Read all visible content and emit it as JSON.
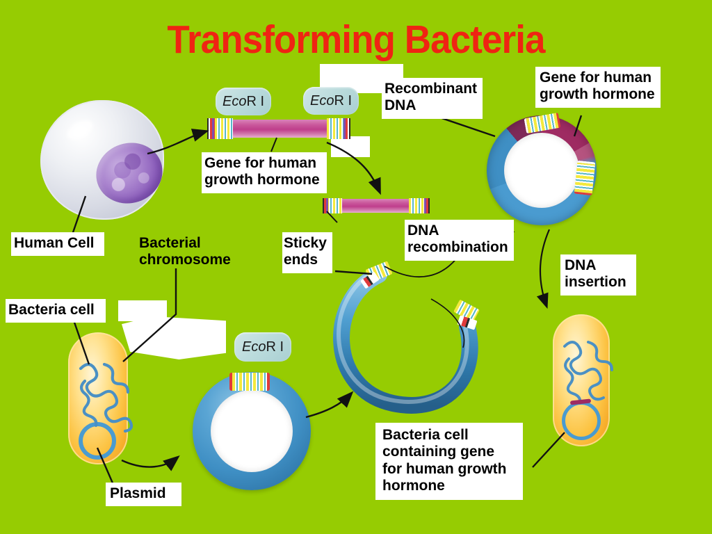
{
  "page": {
    "title": "Transforming Bacteria",
    "background_color": "#96cc02",
    "title_color": "#ef2413"
  },
  "enzyme_tags": [
    {
      "id": "eco-1",
      "prefix": "Eco",
      "suffix": "R I"
    },
    {
      "id": "eco-2",
      "prefix": "Eco",
      "suffix": "R I"
    },
    {
      "id": "eco-3",
      "prefix": "Eco",
      "suffix": "R I"
    }
  ],
  "labels": {
    "human_cell": "Human Cell",
    "gene_for_human_growth_hormone_left": "Gene for human\ngrowth hormone",
    "gene_for_human_growth_hormone_right": "Gene for human\ngrowth hormone",
    "recombinant_dna": "Recombinant\nDNA",
    "bacterial_chromosome": "Bacterial\nchromosome",
    "sticky_ends": "Sticky\nends",
    "dna_recombination": "DNA\nrecombination",
    "dna_insertion": "DNA\ninsertion",
    "bacteria_cell": "Bacteria cell",
    "plasmid": "Plasmid",
    "bacteria_cell_containing_gene": "Bacteria cell\ncontaining gene\nfor human growth\nhormone"
  },
  "diagram": {
    "colors": {
      "dna_pink": "#cc5a9c",
      "plasmid_blue": "#3f8fc4",
      "insert_magenta": "#9e2b62",
      "bacteria_orange": "#f5b327",
      "nucleus_purple": "#8e61bd",
      "cell_grey": "#d7dae4",
      "sticky_yellow": "#f2e43a",
      "enzyme_tag": "#bcdcdd"
    },
    "elements": [
      {
        "name": "human-cell",
        "type": "cell"
      },
      {
        "name": "human-dna-fragment",
        "type": "dna-rod"
      },
      {
        "name": "excised-gene-fragment",
        "type": "dna-rod"
      },
      {
        "name": "recombinant-plasmid",
        "type": "ring"
      },
      {
        "name": "bacteria-cell",
        "type": "bacterium"
      },
      {
        "name": "bacterial-plasmid",
        "type": "ring"
      },
      {
        "name": "cut-open-plasmid",
        "type": "open-ring"
      },
      {
        "name": "transformed-bacteria-cell",
        "type": "bacterium"
      }
    ]
  }
}
